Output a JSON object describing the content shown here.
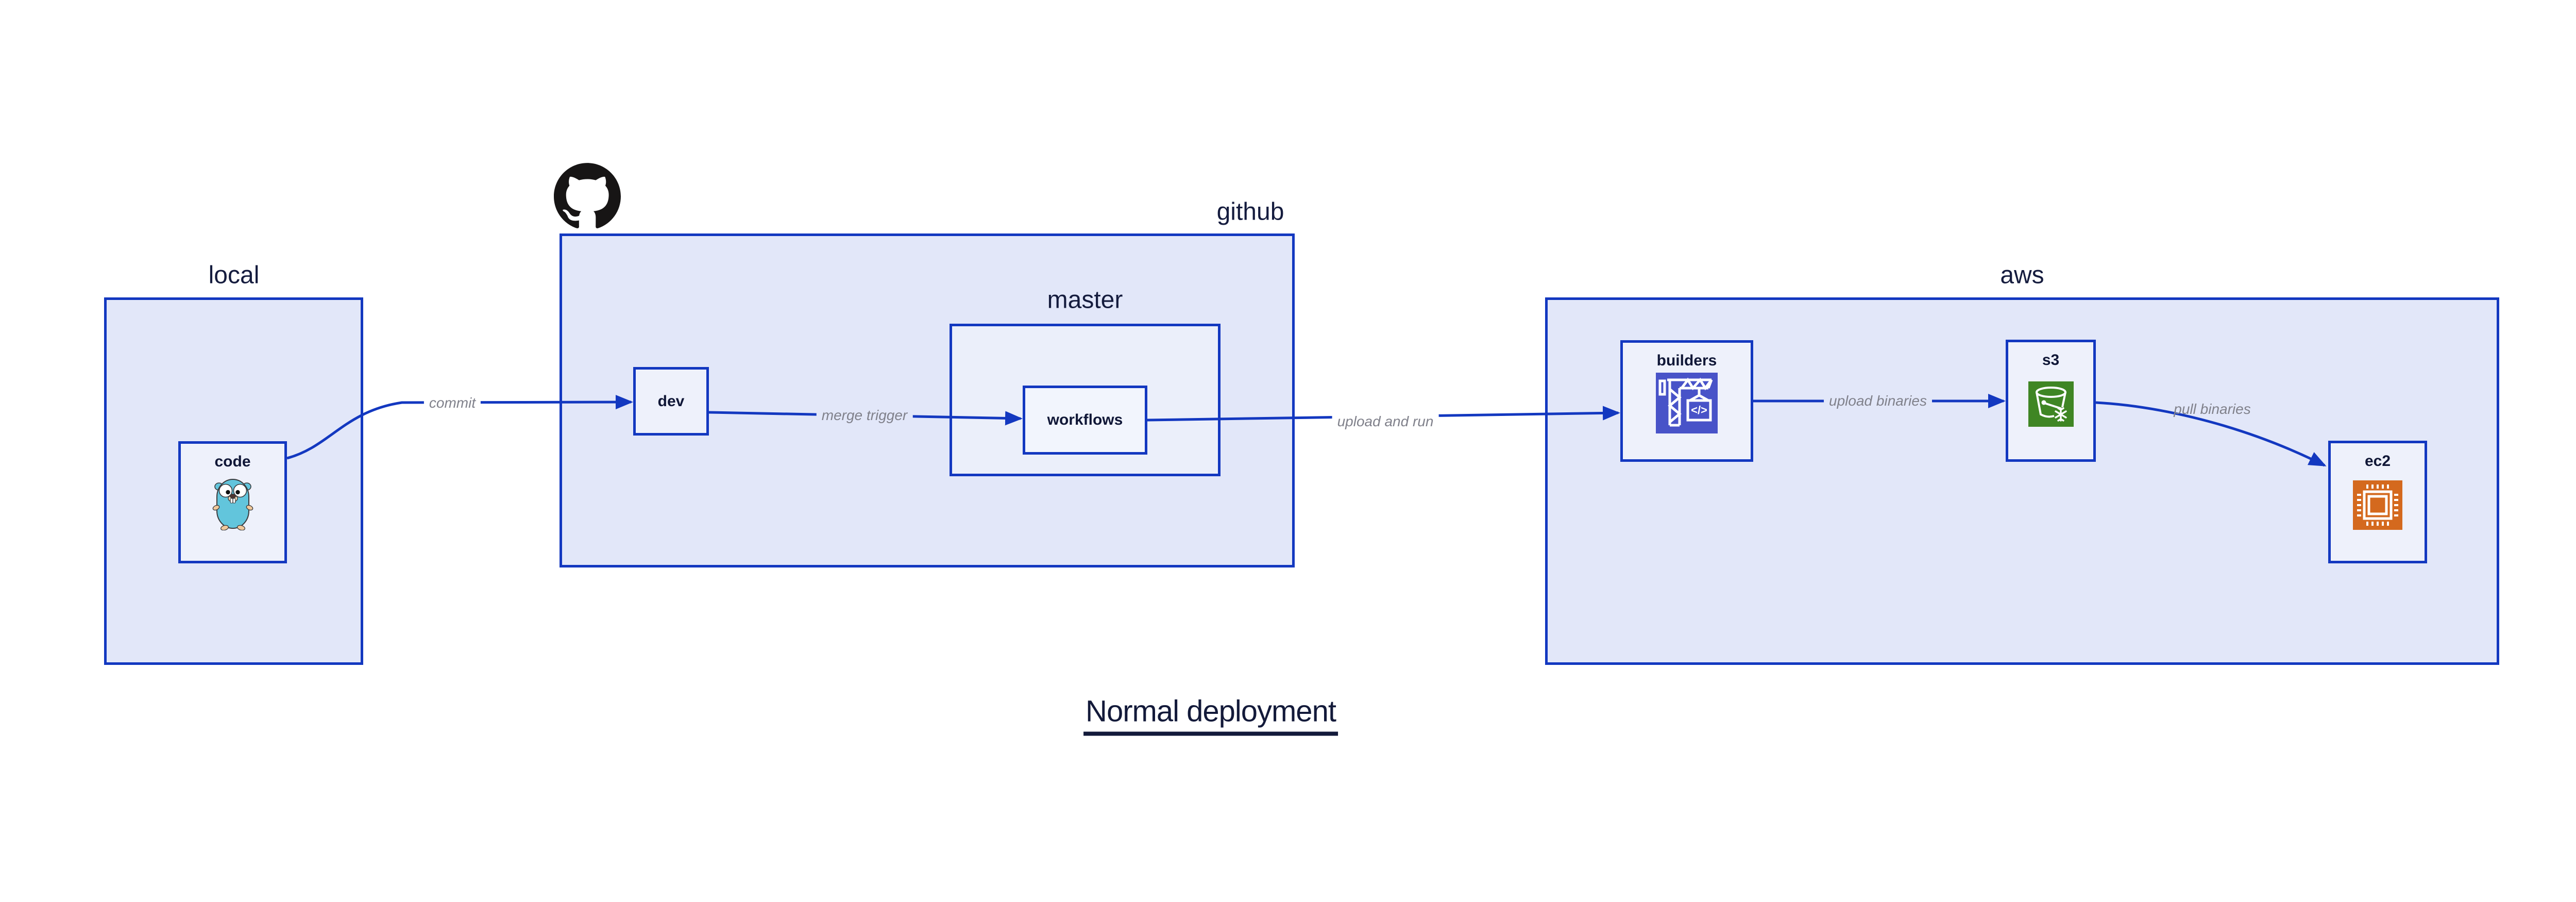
{
  "diagram_title": "Normal deployment",
  "containers": {
    "local": {
      "label": "local"
    },
    "github": {
      "label": "github"
    },
    "master": {
      "label": "master"
    },
    "aws": {
      "label": "aws"
    }
  },
  "nodes": {
    "code": {
      "label": "code",
      "icon": "go-gopher-icon"
    },
    "dev": {
      "label": "dev"
    },
    "workflows": {
      "label": "workflows"
    },
    "builders": {
      "label": "builders",
      "icon": "codebuild-crane-icon"
    },
    "s3": {
      "label": "s3",
      "icon": "s3-glacier-bucket-icon"
    },
    "ec2": {
      "label": "ec2",
      "icon": "ec2-chip-icon"
    }
  },
  "edges": {
    "commit": {
      "label": "commit",
      "from": "code",
      "to": "dev"
    },
    "merge_trigger": {
      "label": "merge trigger",
      "from": "dev",
      "to": "workflows"
    },
    "upload_and_run": {
      "label": "upload and run",
      "from": "workflows",
      "to": "builders"
    },
    "upload_binaries": {
      "label": "upload binaries",
      "from": "builders",
      "to": "s3"
    },
    "pull_binaries": {
      "label": "pull binaries",
      "from": "s3",
      "to": "ec2"
    }
  },
  "icons": {
    "github_logo": "github-octocat-logo",
    "code_icon": "go-gopher",
    "builders_icon": "aws-codebuild-crane",
    "s3_icon": "aws-s3-glacier-bucket",
    "ec2_icon": "aws-ec2-chip"
  },
  "colors": {
    "stroke_blue": "#1338C0",
    "container_fill": "#E2E7F9",
    "node_fill": "#EEF1FB",
    "dark_navy_text": "#151C3E",
    "edge_label_gray": "#80818B",
    "codebuild_indigo": "#4853C8",
    "s3_green": "#3F8624",
    "ec2_orange": "#D4691E",
    "gopher_teal": "#62C5DC",
    "github_black": "#171515"
  }
}
